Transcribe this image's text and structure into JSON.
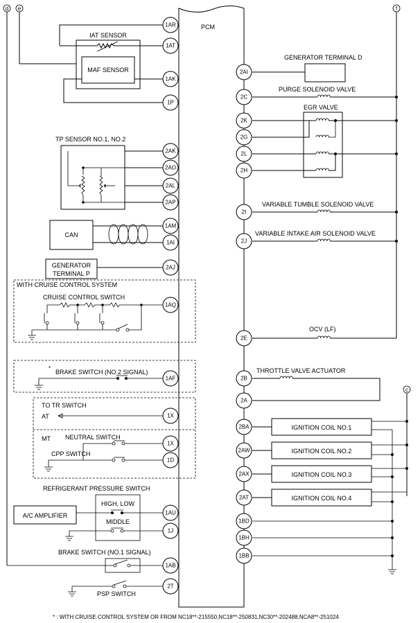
{
  "markers": {
    "d": "d",
    "e": "e",
    "f": "f",
    "c": "c"
  },
  "pcm_label": "PCM",
  "components": {
    "iat_sensor": "IAT SENSOR",
    "maf_sensor": "MAF SENSOR",
    "tp_sensor": "TP SENSOR NO.1, NO.2",
    "can": "CAN",
    "generator_p_line1": "GENERATOR",
    "generator_p_line2": "TERMINAL P",
    "cruise_system": "WITH CRUISE CONTROL SYSTEM",
    "cruise_switch": "CRUISE CONTROL SWITCH",
    "asterisk": "*",
    "brake_switch_2": "BRAKE SWITCH (NO.2 SIGNAL)",
    "to_tr_switch": "TO TR SWITCH",
    "at": "AT",
    "mt": "MT",
    "neutral_switch": "NEUTRAL SWITCH",
    "cpp_switch": "CPP SWITCH",
    "refrigerant_switch": "REFRIGERANT PRESSURE SWITCH",
    "ac_amplifier": "A/C AMPLIFIER",
    "high_low": "HIGH, LOW",
    "middle": "MIDDLE",
    "brake_switch_1": "BRAKE SWITCH (NO.1 SIGNAL)",
    "psp_switch": "PSP SWITCH",
    "generator_d": "GENERATOR TERMINAL D",
    "purge_valve": "PURGE SOLENOID VALVE",
    "egr_valve": "EGR VALVE",
    "tumble_valve": "VARIABLE TUMBLE SOLENOID VALVE",
    "intake_valve": "VARIABLE INTAKE AIR SOLENOID VALVE",
    "ocv": "OCV (LF)",
    "throttle_actuator": "THROTTLE VALVE ACTUATOR",
    "coil1": "IGNITION COIL NO.1",
    "coil2": "IGNITION COIL NO.2",
    "coil3": "IGNITION COIL NO.3",
    "coil4": "IGNITION COIL NO.4"
  },
  "pins_left": [
    "1AR",
    "1AT",
    "1AK",
    "1P",
    "2AK",
    "2AO",
    "2AL",
    "2AP",
    "1AM",
    "1AI",
    "2AJ",
    "1AQ",
    "1AF",
    "1X",
    "1X",
    "1D",
    "1AU",
    "1J",
    "1AB",
    "2T"
  ],
  "pins_right": [
    "2AI",
    "2C",
    "2K",
    "2G",
    "2L",
    "2H",
    "2I",
    "2J",
    "2E",
    "2B",
    "2A",
    "2BA",
    "2AW",
    "2AX",
    "2AT",
    "1BD",
    "1BH",
    "1BB"
  ],
  "footnote": "* : WITH CRUISE CONTROL SYSTEM OR FROM NC18**-215550,NC18**-250831,NC30**-202488,NCA8**-251024"
}
